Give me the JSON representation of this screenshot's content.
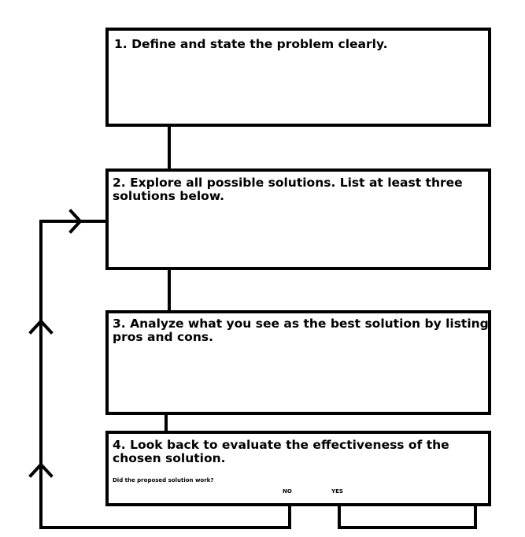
{
  "steps": [
    {
      "number": "1.",
      "text": "Define and state the problem clearly."
    },
    {
      "number": "2.",
      "text": "Explore all possible solutions. List at least three solutions below."
    },
    {
      "number": "3.",
      "text": "Analyze what you see as the best solution by listing pros and cons."
    },
    {
      "number": "4.",
      "text": "Look back to evaluate the effectiveness of the chosen solution."
    }
  ],
  "evaluation": {
    "question": "Did the proposed solution work?",
    "no_label": "NO",
    "yes_label": "YES"
  }
}
